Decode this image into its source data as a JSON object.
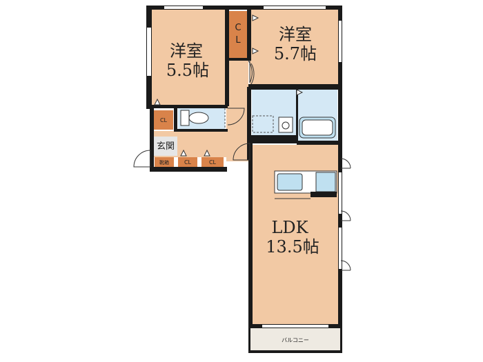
{
  "rooms": {
    "western_room_1": {
      "name": "洋室",
      "size": "5.5帖"
    },
    "western_room_2": {
      "name": "洋室",
      "size": "5.7帖"
    },
    "ldk": {
      "name": "LDK",
      "size": "13.5帖"
    },
    "genkan": {
      "name": "玄関"
    },
    "balcony": {
      "name": "バルコニー"
    }
  },
  "storage": {
    "cl_vertical_top": "C",
    "cl_vertical_bottom": "L",
    "cl_toilet": "CL",
    "shoe_box": "靴箱",
    "cl_hall_1": "CL",
    "cl_hall_2": "CL"
  },
  "colors": {
    "room": "#f2c9a4",
    "wet_area": "#d4e8f5",
    "closet": "#d9834a",
    "wall": "#1a1a1a"
  }
}
